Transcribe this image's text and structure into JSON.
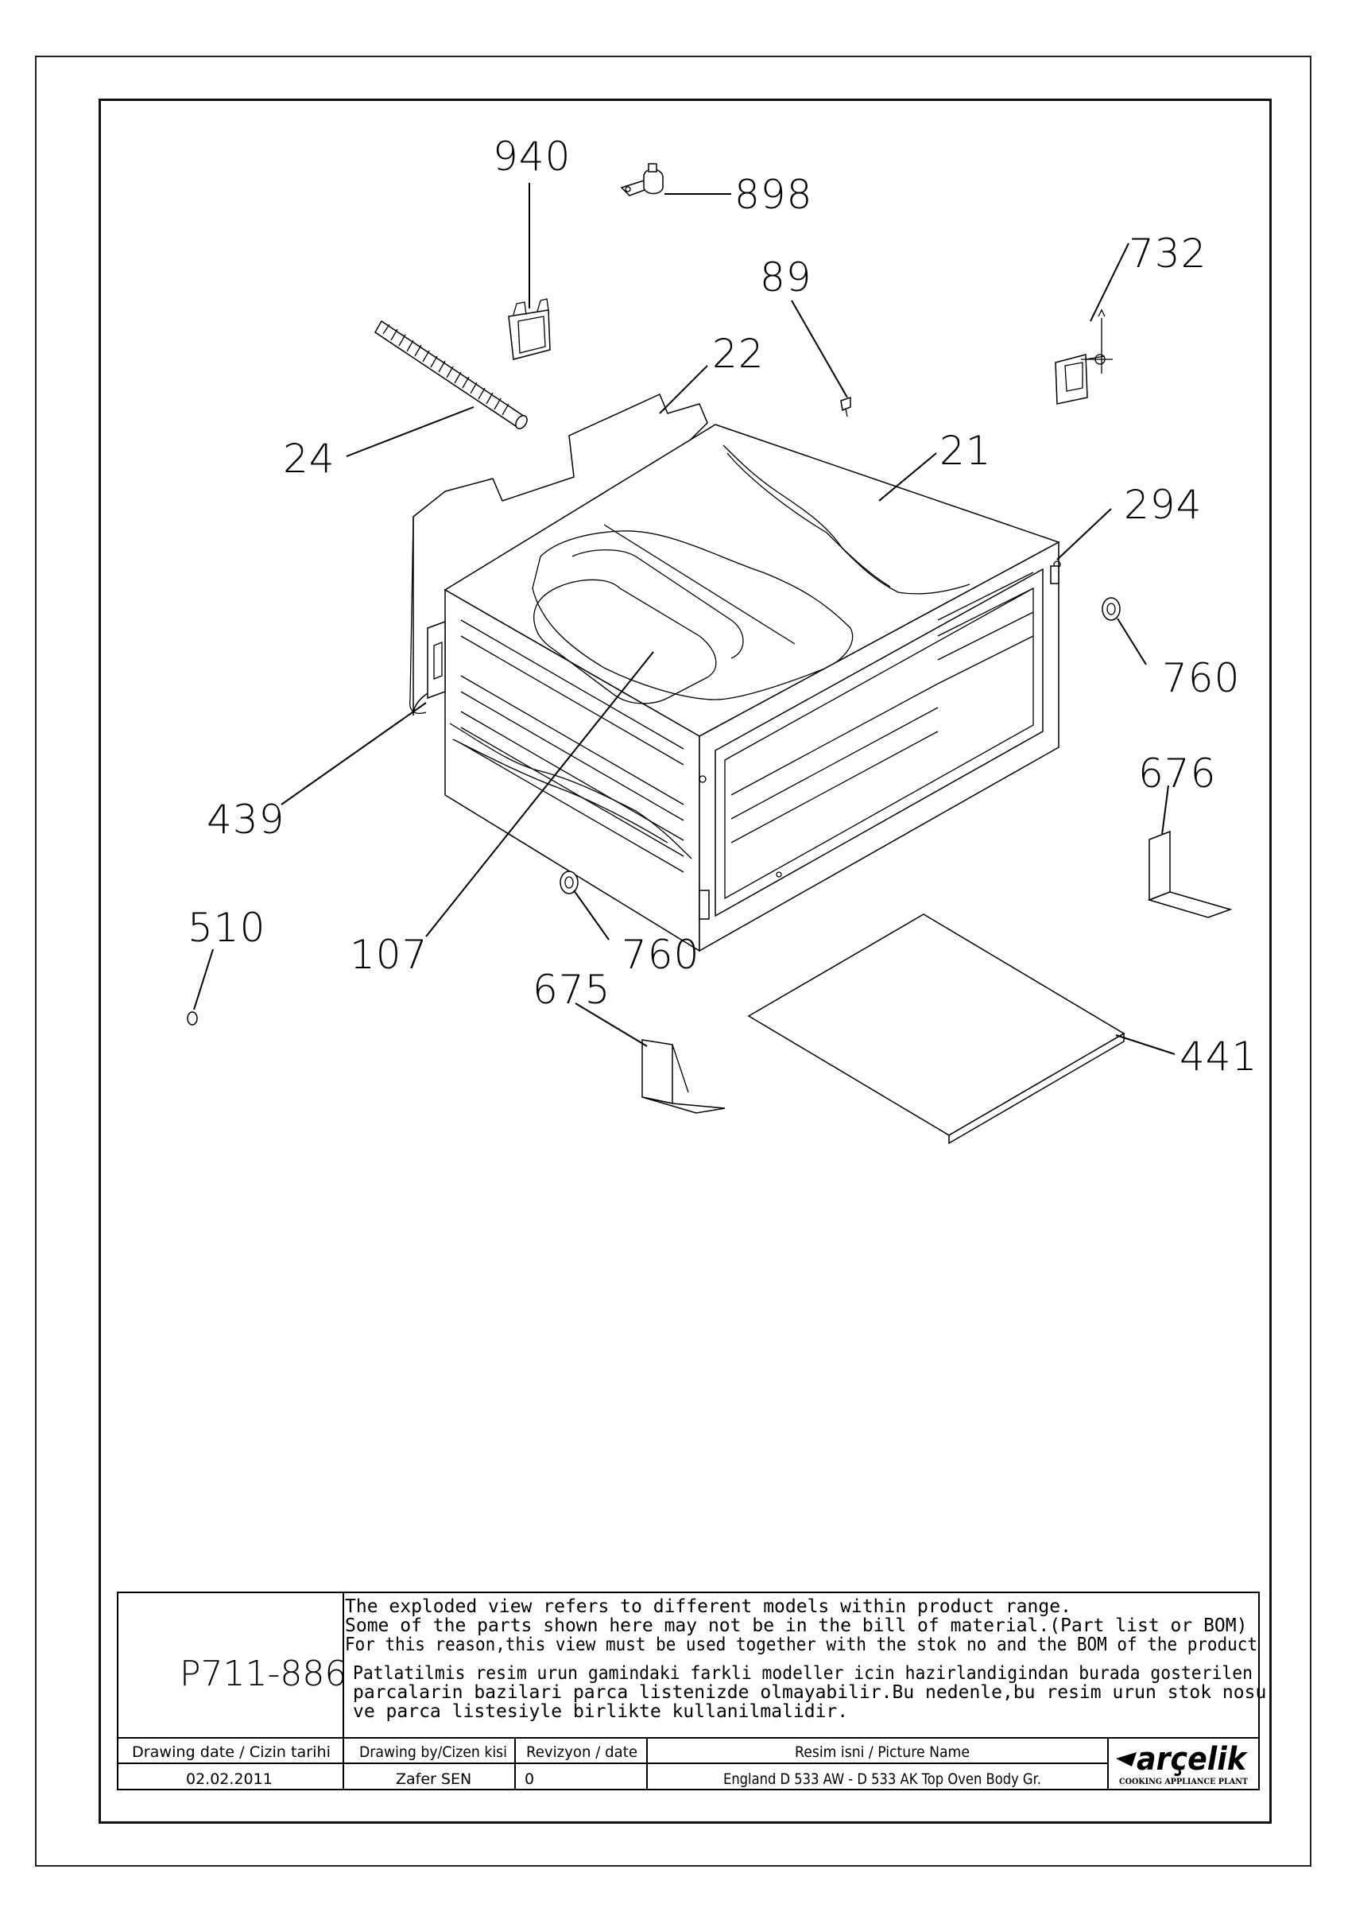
{
  "callouts": [
    {
      "id": "c940",
      "text": "940"
    },
    {
      "id": "c898",
      "text": "898"
    },
    {
      "id": "c89",
      "text": "89"
    },
    {
      "id": "c732",
      "text": "732"
    },
    {
      "id": "c22",
      "text": "22"
    },
    {
      "id": "c24",
      "text": "24"
    },
    {
      "id": "c21",
      "text": "21"
    },
    {
      "id": "c294",
      "text": "294"
    },
    {
      "id": "c760a",
      "text": "760"
    },
    {
      "id": "c676",
      "text": "676"
    },
    {
      "id": "c439",
      "text": "439"
    },
    {
      "id": "c510",
      "text": "510"
    },
    {
      "id": "c107",
      "text": "107"
    },
    {
      "id": "c760b",
      "text": "760"
    },
    {
      "id": "c675",
      "text": "675"
    },
    {
      "id": "c441",
      "text": "441"
    }
  ],
  "title_block": {
    "drawing_no": "P711-886",
    "notice_en": [
      "The exploded view refers to different models within product range.",
      "Some of the parts shown here may not be in the bill of material.(Part list or BOM)",
      "For this reason,this view must be used together with the stok no and the BOM of the product"
    ],
    "notice_tr": [
      "Patlatilmis resim urun gamindaki farkli modeller icin hazirlandigindan burada gosterilen",
      "parcalarin bazilari parca listenizde olmayabilir.Bu nedenle,bu resim urun stok nosu",
      "ve parca listesiyle birlikte kullanilmalidir."
    ],
    "headers": {
      "date": "Drawing date / Cizin tarihi",
      "by": "Drawing by/Cizen kisi",
      "rev": "Revizyon / date",
      "name": "Resim isni / Picture Name"
    },
    "values": {
      "date": "02.02.2011",
      "by": "Zafer SEN",
      "rev": "0",
      "name": "England D 533 AW - D 533 AK Top Oven Body Gr."
    },
    "brand": "arçelik",
    "brand_sub": "COOKING APPLIANCE PLANT"
  }
}
